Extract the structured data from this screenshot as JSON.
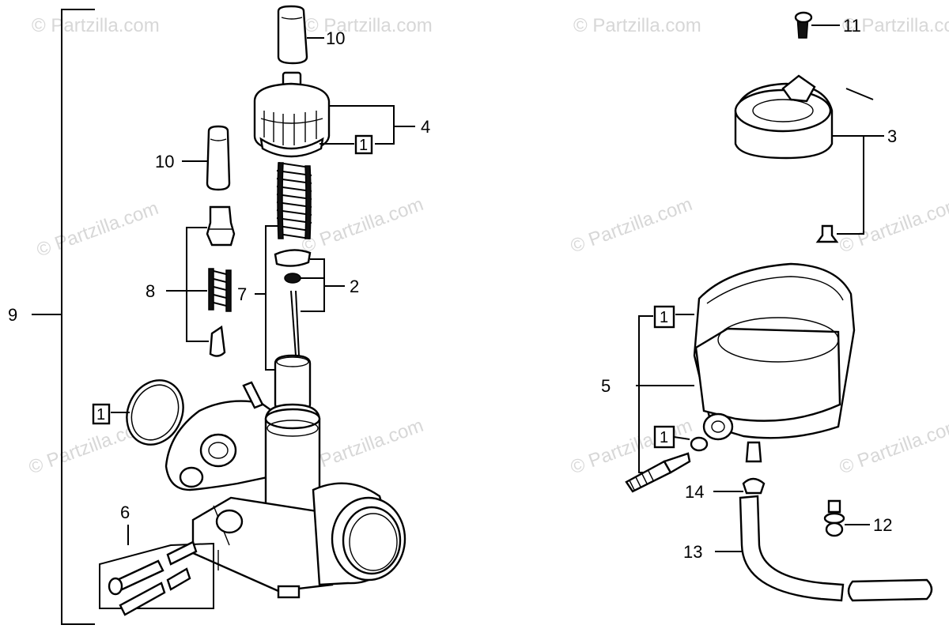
{
  "watermark": "© Partzilla.com",
  "callouts": {
    "c1": "1",
    "c2": "2",
    "c3": "3",
    "c4": "4",
    "c5": "5",
    "c6": "6",
    "c7": "7",
    "c8": "8",
    "c9": "9",
    "c10": "10",
    "c11": "11",
    "c12": "12",
    "c13": "13",
    "c14": "14"
  }
}
